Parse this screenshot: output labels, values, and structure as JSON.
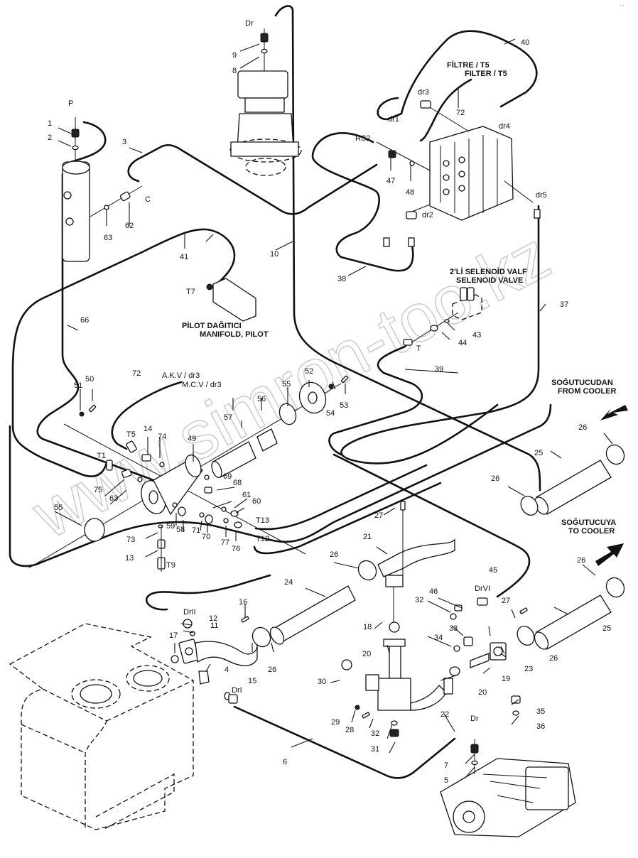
{
  "diagram": {
    "title": "Hydraulic return/drain line assembly (exploded view)",
    "watermark": "www.simron-too.kz",
    "corner_mark": "-·-",
    "captions": {
      "filter_tr": "FİLTRE / T5",
      "filter_en": "FILTER / T5",
      "selenoid_tr": "2'Lİ SELENOİD VALF",
      "selenoid_en": "SELENOID VALVE",
      "pilot_tr": "PİLOT DAĞITICI",
      "pilot_en": "MANIFOLD, PILOT",
      "akv_tr": "A.K.V / dr3",
      "mcv_en": "M.C.V / dr3",
      "from_cooler_tr": "SOĞUTUCUDAN",
      "from_cooler_en": "FROM COOLER",
      "to_cooler_tr": "SOĞUTUCUYA",
      "to_cooler_en": "TO COOLER"
    },
    "ports": [
      "Dr",
      "P",
      "C",
      "RS2",
      "dr1",
      "dr2",
      "dr3",
      "dr4",
      "dr5",
      "T",
      "T1",
      "T5",
      "T7",
      "T9",
      "T12",
      "T13",
      "DrII",
      "DrI",
      "DrVI",
      "Dr"
    ],
    "part_numbers": [
      "1",
      "2",
      "3",
      "4",
      "5",
      "6",
      "7",
      "8",
      "9",
      "10",
      "11",
      "12",
      "13",
      "14",
      "15",
      "16",
      "17",
      "18",
      "19",
      "20",
      "21",
      "22",
      "23",
      "24",
      "25",
      "26",
      "27",
      "28",
      "29",
      "30",
      "31",
      "32",
      "33",
      "34",
      "35",
      "36",
      "37",
      "38",
      "39",
      "40",
      "41",
      "43",
      "44",
      "45",
      "46",
      "47",
      "48",
      "49",
      "50",
      "51",
      "52",
      "53",
      "54",
      "55",
      "56",
      "57",
      "58",
      "59",
      "60",
      "61",
      "62",
      "63",
      "66",
      "68",
      "69",
      "70",
      "71",
      "72",
      "73",
      "74",
      "75",
      "76",
      "77"
    ]
  }
}
